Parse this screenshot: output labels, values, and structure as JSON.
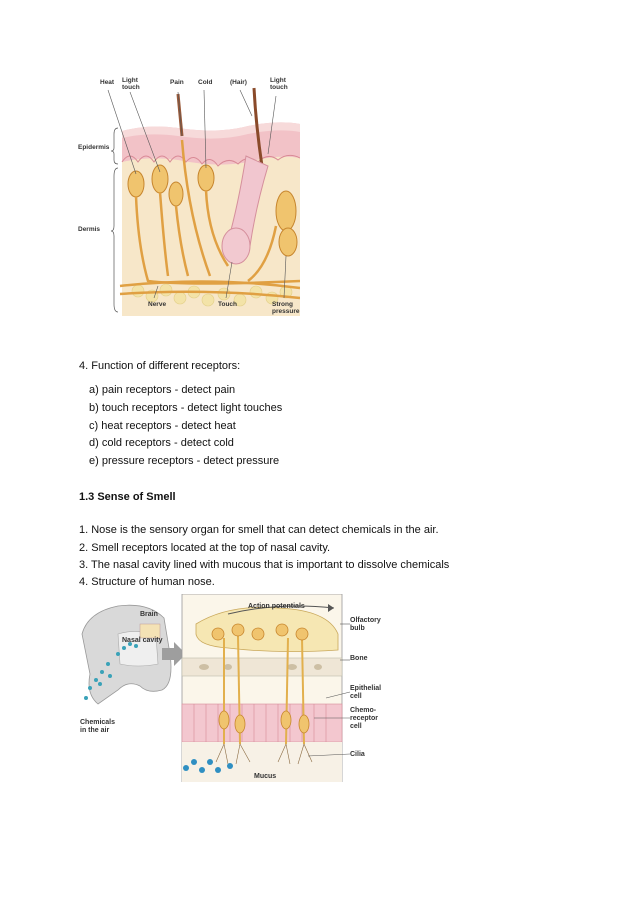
{
  "skin_figure": {
    "labels": {
      "heat": "Heat",
      "light_touch_1": "Light touch",
      "pain": "Pain",
      "cold": "Cold",
      "hair": "(Hair)",
      "light_touch_2": "Light touch",
      "epidermis": "Epidermis",
      "dermis": "Dermis",
      "nerve": "Nerve",
      "touch": "Touch",
      "strong_pressure": "Strong pressure"
    }
  },
  "receptors": {
    "heading": "4. Function of different receptors:",
    "items": [
      "a) pain receptors - detect pain",
      "b) touch receptors - detect light touches",
      "c) heat receptors - detect heat",
      "d) cold receptors - detect cold",
      "e) pressure receptors - detect pressure"
    ]
  },
  "smell": {
    "section_title": "1.3 Sense of Smell",
    "points": [
      "1. Nose is the sensory organ for smell that can detect chemicals in the air.",
      "2. Smell receptors located at the top of nasal cavity.",
      "3. The nasal cavity lined with mucous that is important to dissolve chemicals",
      "4. Structure of human nose."
    ]
  },
  "nose_figure": {
    "labels": {
      "brain": "Brain",
      "nasal_cavity": "Nasal cavity",
      "chemicals": "Chemicals in the air",
      "action_potentials": "Action potentials",
      "olfactory_bulb": "Olfactory bulb",
      "bone": "Bone",
      "epithelial_cell": "Epithelial cell",
      "chemoreceptor_cell": "Chemo-receptor cell",
      "cilia": "Cilia",
      "mucus": "Mucus"
    }
  }
}
